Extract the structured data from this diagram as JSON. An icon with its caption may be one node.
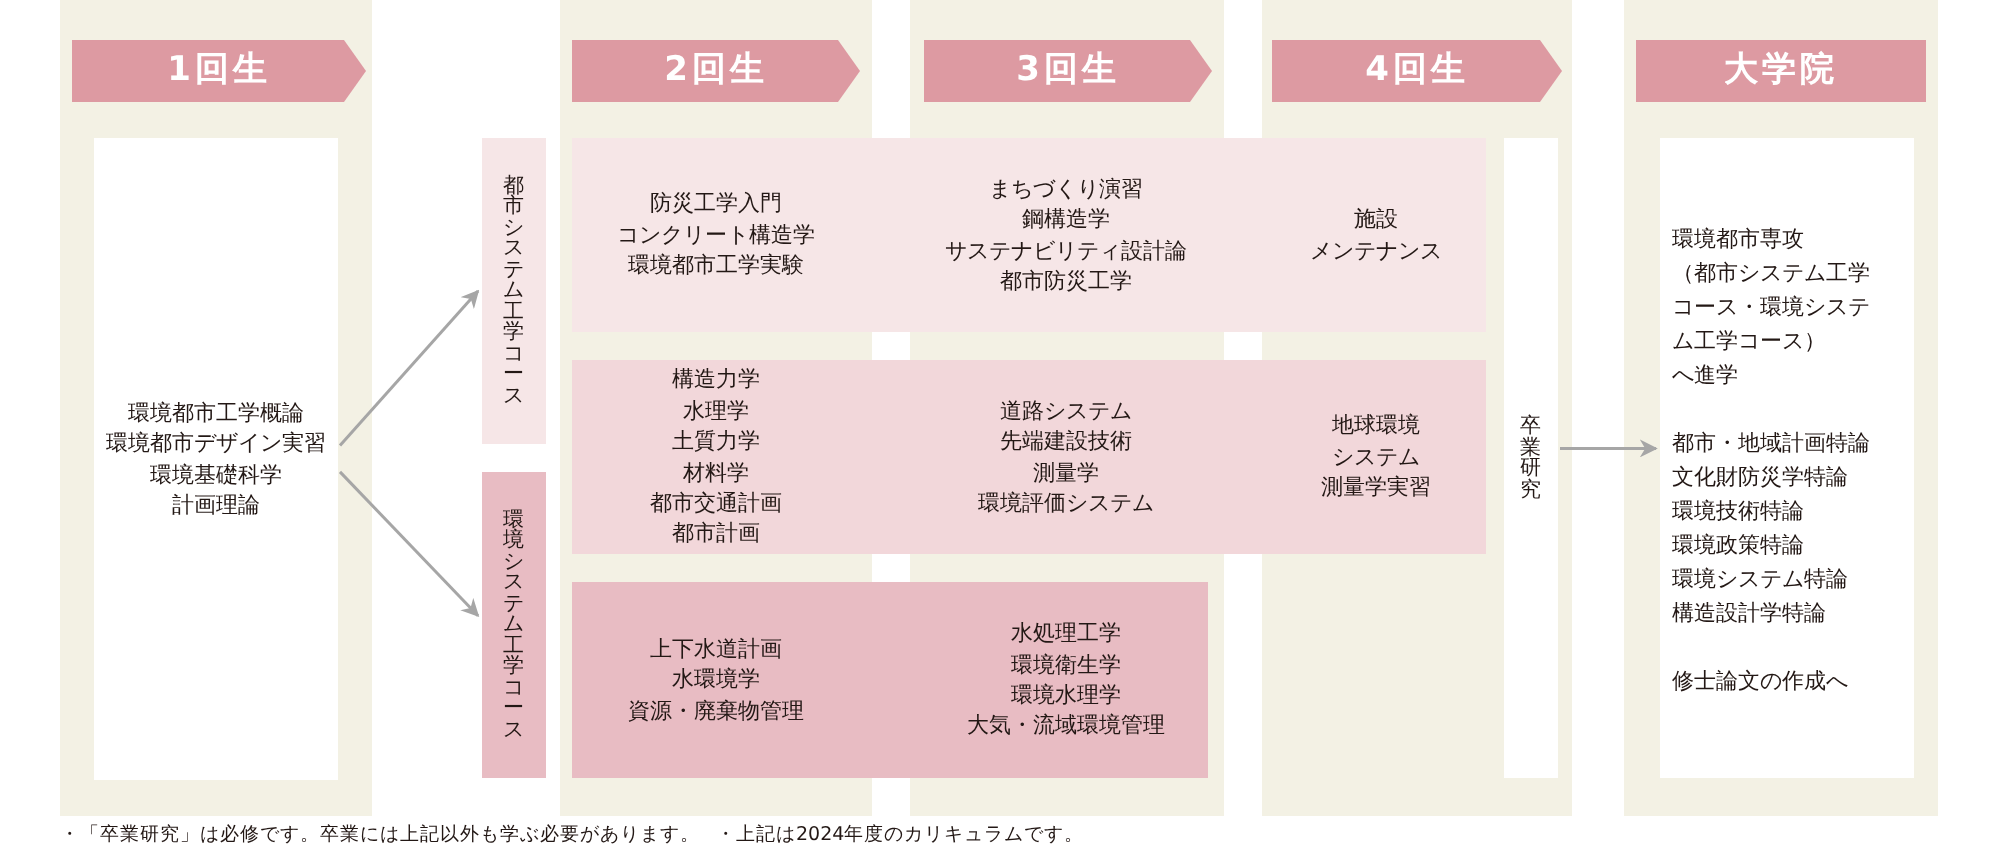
{
  "diagram": {
    "nodes": [
      {
        "text": [
          "1回生"
        ]
      },
      {
        "text": [
          "2回生"
        ]
      },
      {
        "text": [
          "3回生"
        ]
      },
      {
        "text": [
          "4回生"
        ]
      },
      {
        "text": [
          "大学院"
        ]
      },
      {
        "text": [
          "環境都市工学概論",
          "環境都市デザイン実習",
          "環境基礎科学",
          "計画理論"
        ]
      },
      {
        "text": [
          "都市システム工学コース"
        ]
      },
      {
        "text": [
          "環境システム工学コース"
        ]
      },
      {
        "text": [
          "防災工学入門",
          "コンクリート構造学",
          "環境都市工学実験",
          "まちづくり演習",
          "鋼構造学",
          "サステナビリティ設計論",
          "都市防災工学",
          "施設",
          "メンテナンス"
        ]
      },
      {
        "text": [
          "構造力学",
          "水理学",
          "土質力学",
          "材料学",
          "都市交通計画",
          "都市計画",
          "道路システム",
          "先端建設技術",
          "測量学",
          "環境評価システム",
          "地球環境",
          "システム",
          "測量学実習"
        ]
      },
      {
        "text": [
          "上下水道計画",
          "水環境学",
          "資源・廃棄物管理",
          "水処理工学",
          "環境衛生学",
          "環境水理学",
          "大気・流域環境管理"
        ]
      },
      {
        "text": [
          "卒業研究"
        ]
      },
      {
        "text": [
          "環境都市専攻",
          "（都市システム工学コース・環境システム工学コース）",
          "へ進学",
          "都市・地域計画特論",
          "文化財防災学特論",
          "環境技術特論",
          "環境政策特論",
          "環境システム特論",
          "構造設計学特論",
          "修士論文の作成へ"
        ]
      }
    ],
    "edges": [
      {
        "from": 5,
        "to": 6,
        "arrow": "to"
      },
      {
        "from": 5,
        "to": 7,
        "arrow": "to"
      },
      {
        "from": 11,
        "to": 12,
        "arrow": "to"
      }
    ],
    "labels": [
      "・「卒業研究」は必修です。卒業には上記以外も学ぶ必要があります。",
      "・上記は2024年度のカリキュラムです。"
    ]
  }
}
